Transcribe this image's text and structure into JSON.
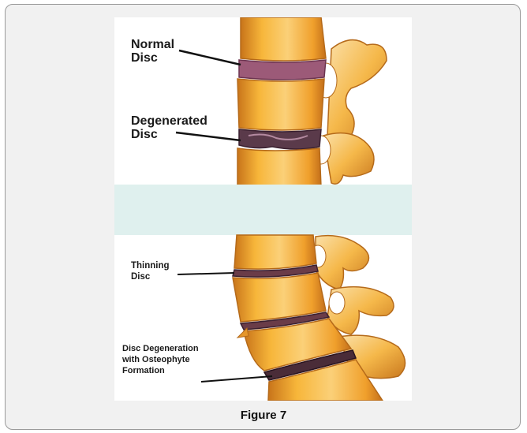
{
  "figure": {
    "labels": {
      "normal_disc": "Normal\nDisc",
      "degenerated_disc": "Degenerated\nDisc",
      "thinning_disc": "Thinning\nDisc",
      "osteophyte": "Disc Degeneration\nwith Osteophyte\nFormation"
    },
    "caption": "Figure 7"
  },
  "colors": {
    "panel": "#f1f1f1",
    "divider_band": "#dff0ee",
    "bone": "#f2a92e",
    "disc_healthy": "#9c5a78",
    "disc_degenerated": "#5a3a4a"
  }
}
